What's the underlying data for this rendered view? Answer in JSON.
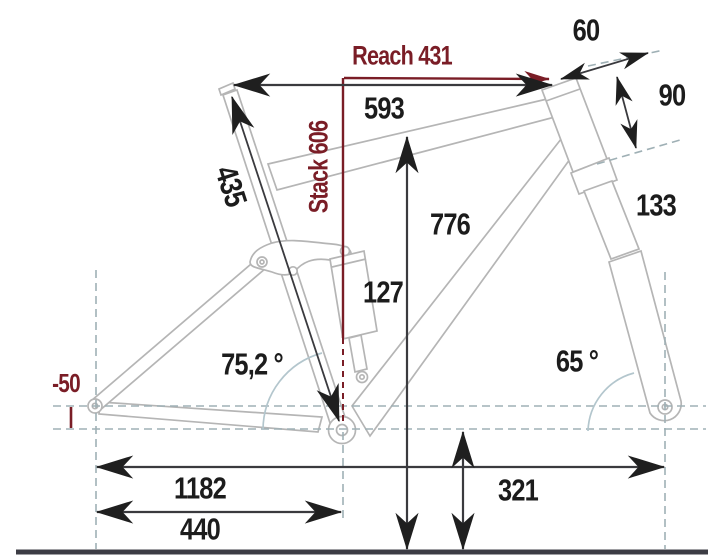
{
  "diagram": {
    "kind": "full-suspension mountain bike frame geometry drawing",
    "colors": {
      "accent_red": "#7a1d26",
      "label_black": "#1c1c1c",
      "frame_gray": "#b5b5b5",
      "dash_gray": "#9fb0b5",
      "arc_blue": "#b3c6cd",
      "dimension_line": "#3a3a3e",
      "ground": "#3c3c44"
    },
    "labels": {
      "reach": "Reach 431",
      "stack": "Stack 606",
      "top_tube_length": "593",
      "seat_tube_length": "435",
      "stem_length": "60",
      "head_tube_length": "90",
      "fork_length": "133",
      "standover_height": "776",
      "shock_value": "127",
      "seat_tube_angle": "75,2 °",
      "head_tube_angle": "65 °",
      "bb_drop": "-50",
      "wheelbase": "1182",
      "chainstay_length": "440",
      "bb_height": "321"
    }
  }
}
